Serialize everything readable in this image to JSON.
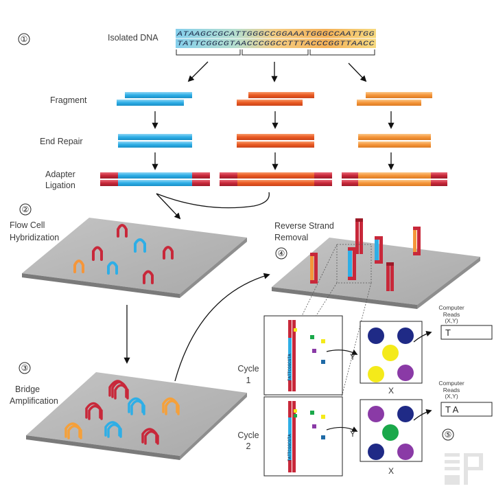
{
  "steps": {
    "s1": "①",
    "s2": "②",
    "s3": "③",
    "s4": "④",
    "s5": "⑤"
  },
  "labels": {
    "isolated_dna": "Isolated DNA",
    "fragment": "Fragment",
    "end_repair": "End Repair",
    "adapter_line1": "Adapter",
    "adapter_line2": "Ligation",
    "flow_line1": "Flow Cell",
    "flow_line2": "Hybridization",
    "bridge_line1": "Bridge",
    "bridge_line2": "Amplification",
    "reverse_line1": "Reverse Strand",
    "reverse_line2": "Removal",
    "cycle_word": "Cycle",
    "cycle1_num": "1",
    "cycle2_num": "2",
    "computer_line1": "Computer",
    "computer_line2": "Reads",
    "computer_line3": "(X,Y)",
    "axis_x": "X",
    "axis_y": "Y"
  },
  "dna": {
    "top_strand": "ATAAGCCGCATTGGGCCGGAAATGGGCCAATTGG",
    "bottom_strand": "TATTCGGCGTAACCCGGCCTTTACCCGGTTAACC"
  },
  "reads": {
    "cycle1": "T",
    "cycle2": "T A"
  },
  "strand_labels": {
    "cycle1": "TATTCGGCGTA",
    "cycle2": "TATTCGGCGTA"
  },
  "colors": {
    "fragment_blue": "#3fb4e6",
    "fragment_red": "#ec5a2a",
    "fragment_orange": "#f59a3a",
    "adapter_red": "#c8283a",
    "flow_cell_top": "#b8b8b8",
    "flow_cell_side": "#7a7a7a",
    "dot_navy": "#1f2a86",
    "dot_yellow": "#f4ea1a",
    "dot_purple": "#8a3aa6",
    "dot_green": "#1aa84a"
  }
}
